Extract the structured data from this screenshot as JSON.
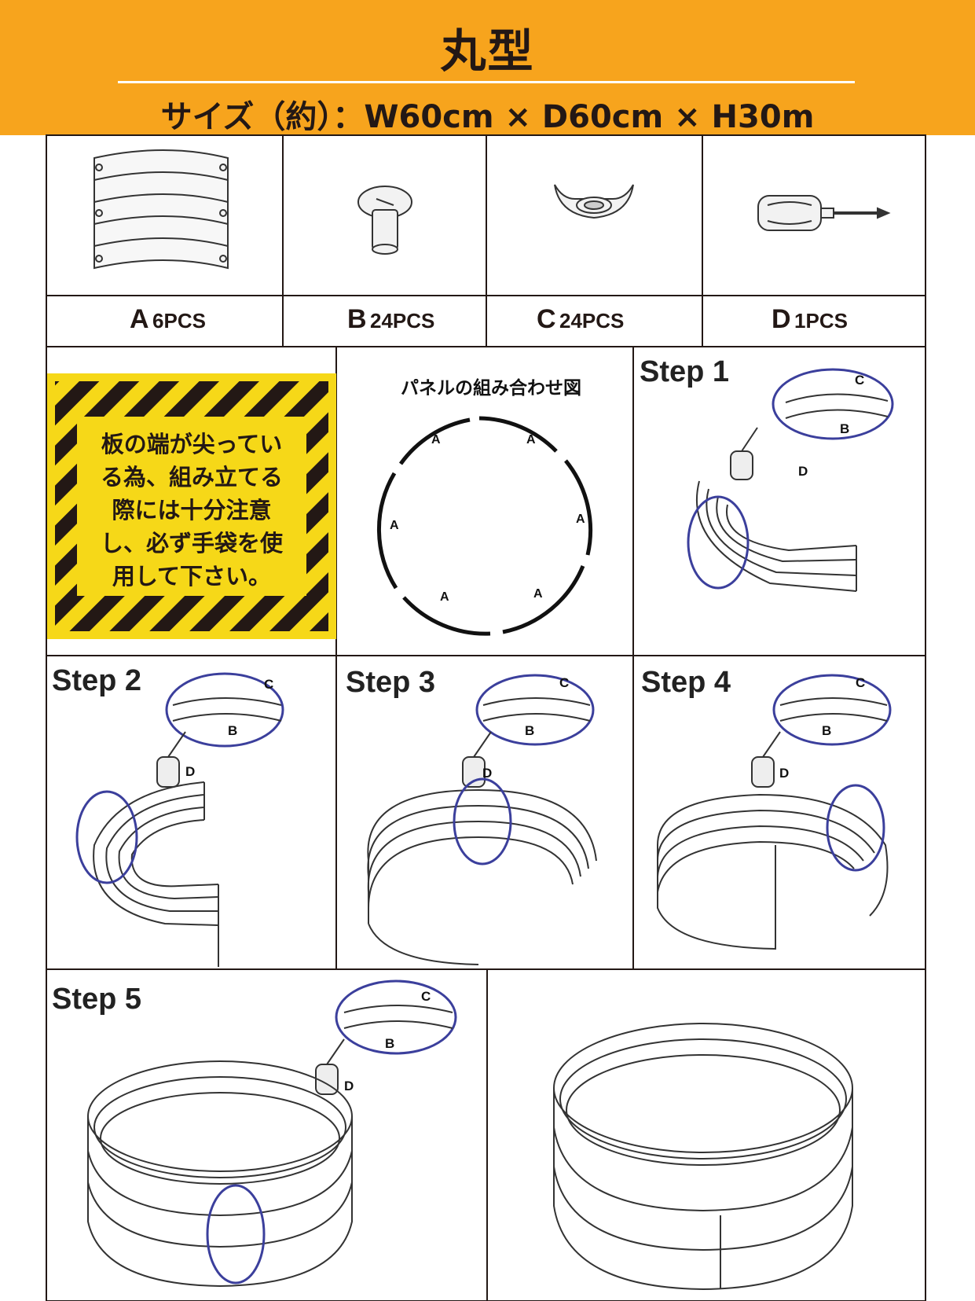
{
  "header": {
    "title": "丸型",
    "size_text": "サイズ（約）：W60cm × D60cm × H30m",
    "bg_color": "#F7A41D",
    "rule_color": "#ffffff"
  },
  "parts": [
    {
      "letter": "A",
      "count": "6PCS",
      "icon": "curved-panel-icon"
    },
    {
      "letter": "B",
      "count": "24PCS",
      "icon": "bolt-icon"
    },
    {
      "letter": "C",
      "count": "24PCS",
      "icon": "wing-nut-icon"
    },
    {
      "letter": "D",
      "count": "1PCS",
      "icon": "screwdriver-icon"
    }
  ],
  "warning": {
    "text_lines": [
      "板の端が尖ってい",
      "る為、組み立てる",
      "際には十分注意",
      "し、必ず手袋を使",
      "用して下さい。"
    ],
    "bg_color": "#F6D818",
    "stripe_color": "#231815"
  },
  "diagram": {
    "title": "パネルの組み合わせ図",
    "panel_letter": "A"
  },
  "callout_labels": {
    "bolt": "B",
    "nut": "C",
    "driver": "D"
  },
  "steps": [
    "Step 1",
    "Step 2",
    "Step 3",
    "Step 4",
    "Step 5"
  ],
  "accent_color": "#3B3F9C"
}
